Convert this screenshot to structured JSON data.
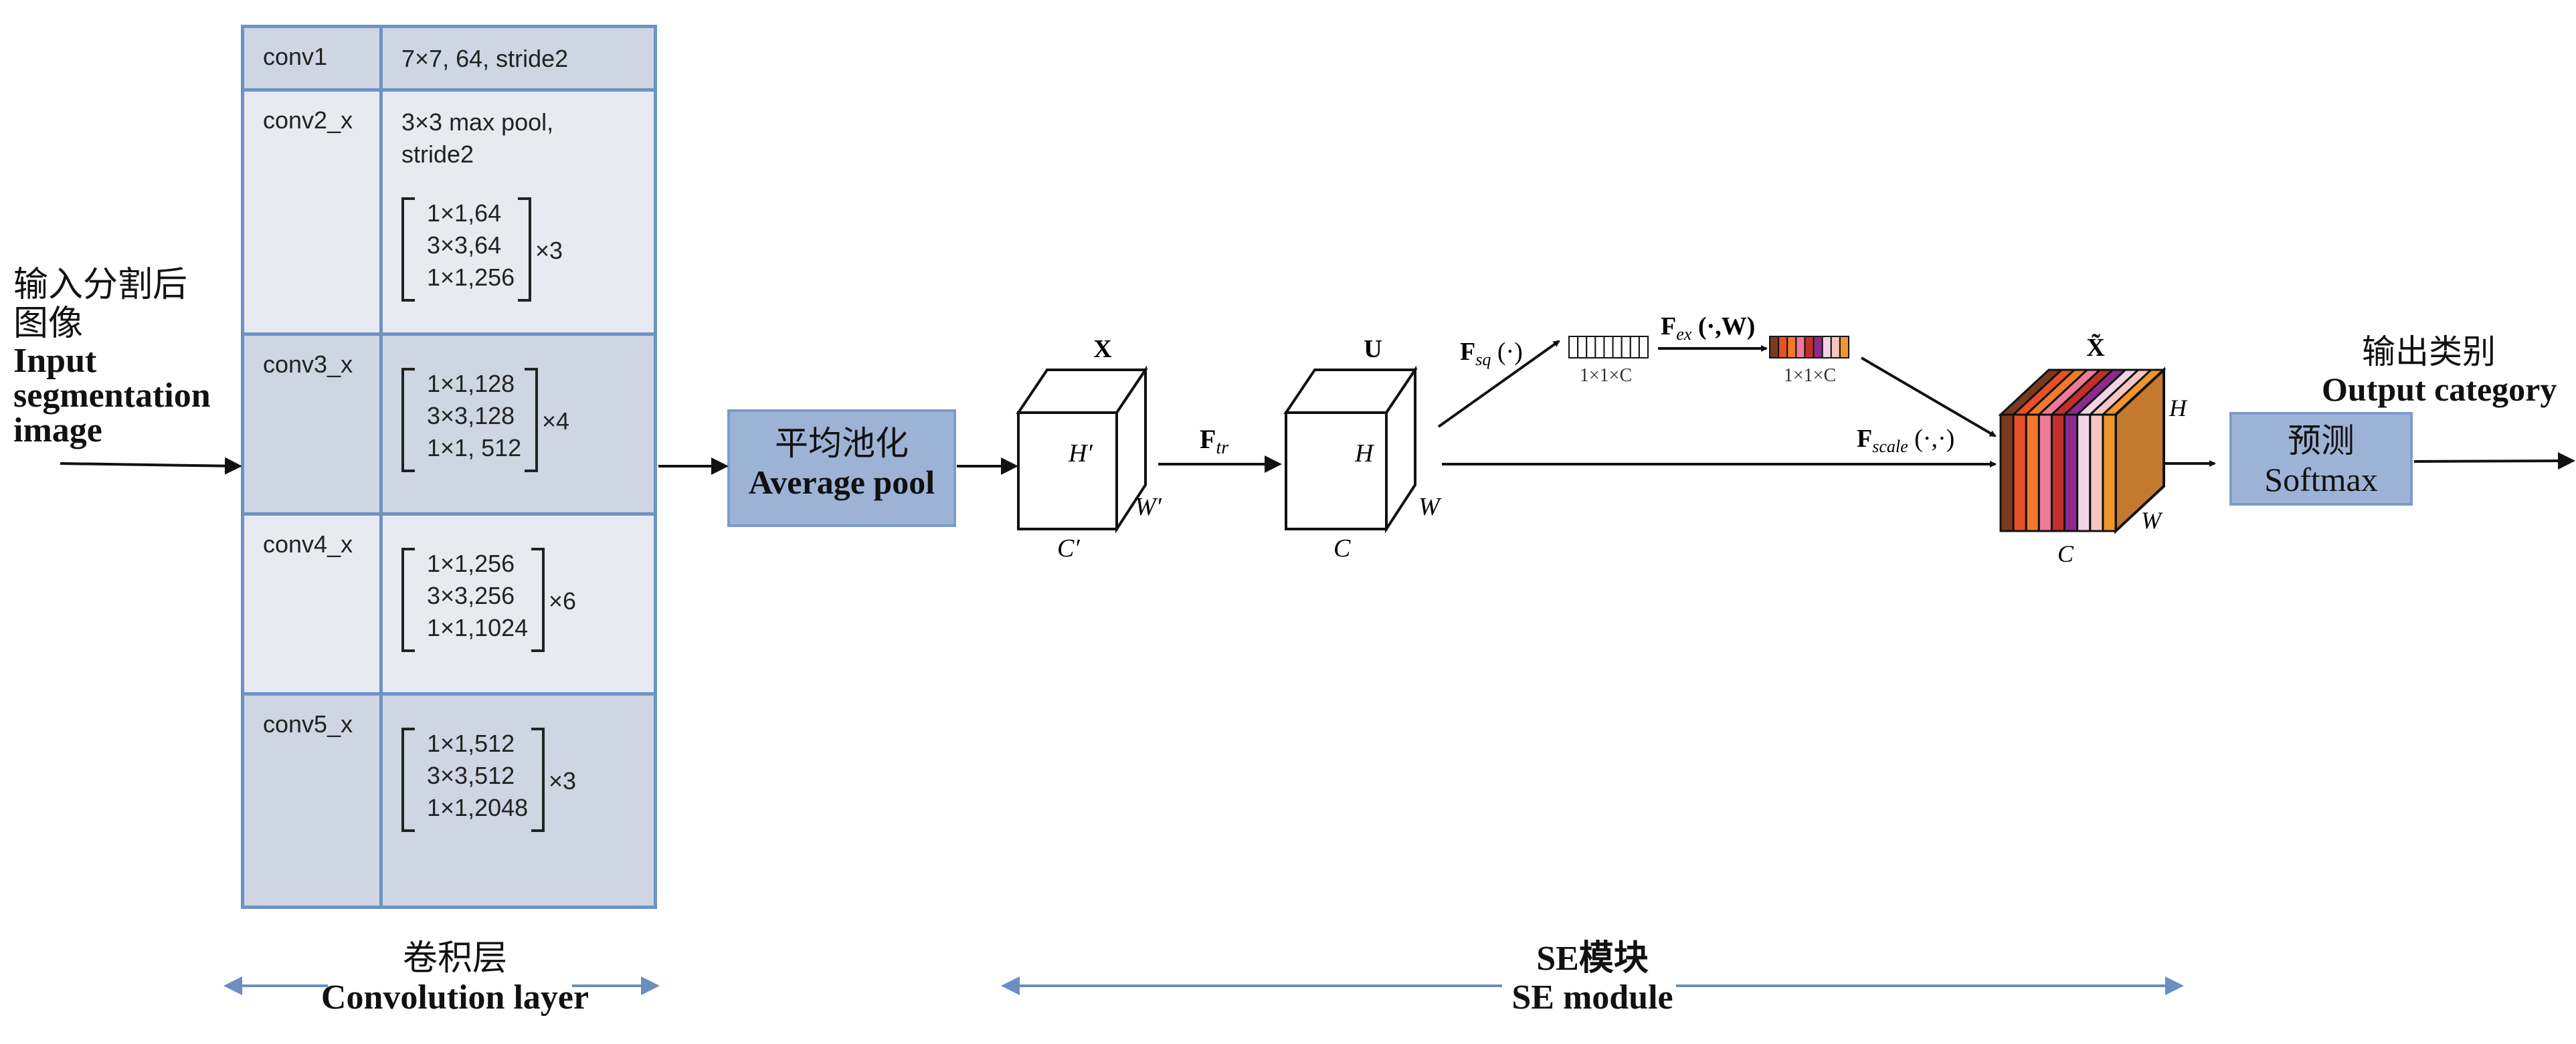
{
  "input_label": {
    "zh_line1": "输入分割后",
    "zh_line2": "图像",
    "en_line1": "Input",
    "en_line2": "segmentation",
    "en_line3": "image"
  },
  "conv_table": {
    "rows": [
      {
        "name": "conv1",
        "spec": "7×7,  64,  stride2"
      },
      {
        "name": "conv2_x",
        "spec_line1": "3×3 max pool,",
        "spec_line2": "stride2",
        "block": [
          "1×1,64",
          "3×3,64",
          "1×1,256"
        ],
        "repeat": "×3"
      },
      {
        "name": "conv3_x",
        "block": [
          "1×1,128",
          "3×3,128",
          "1×1, 512"
        ],
        "repeat": "×4"
      },
      {
        "name": "conv4_x",
        "block": [
          "1×1,256",
          "3×3,256",
          "1×1,1024"
        ],
        "repeat": "×6"
      },
      {
        "name": "conv5_x",
        "block": [
          "1×1,512",
          "3×3,512",
          "1×1,2048"
        ],
        "repeat": "×3"
      }
    ]
  },
  "avg_pool": {
    "zh": "平均池化",
    "en": "Average pool"
  },
  "se_module": {
    "cube_x_label": "X",
    "cube_x_h": "H′",
    "cube_x_w": "W′",
    "cube_x_c": "C′",
    "f_tr": "F",
    "f_tr_sub": "tr",
    "cube_u_label": "U",
    "cube_u_h": "H",
    "cube_u_w": "W",
    "cube_u_c": "C",
    "f_sq": "F",
    "f_sq_sub": "sq",
    "f_sq_args": " (·)",
    "sq_vector_label": "1×1×C",
    "f_ex": "F",
    "f_ex_sub": "ex",
    "f_ex_args": " (·,W)",
    "ex_vector_label": "1×1×C",
    "f_scale": "F",
    "f_scale_sub": "scale",
    "f_scale_args": " (·,·)",
    "cube_out_label": "X̃",
    "cube_out_h": "H",
    "cube_out_w": "W",
    "cube_out_c": "C",
    "channel_colors": [
      "#7a3a1e",
      "#e8502a",
      "#f07a2a",
      "#ee7a9a",
      "#c0302a",
      "#8e2a8e",
      "#f2d4e6",
      "#f8c6c2",
      "#f0962a"
    ],
    "side_color": "#c47a2e"
  },
  "softmax": {
    "zh": "预测",
    "en": "Softmax"
  },
  "output_label": {
    "zh": "输出类别",
    "en": "Output category"
  },
  "bottom": {
    "conv_zh": "卷积层",
    "conv_en": "Convolution layer",
    "se_zh": "SE模块",
    "se_en": "SE module"
  },
  "colors": {
    "table_border": "#6c93c5",
    "table_dark": "#ced5e3",
    "table_light": "#e8eaf2",
    "box_fill": "#9db3d6",
    "range_arrow": "#6a8fc0"
  }
}
